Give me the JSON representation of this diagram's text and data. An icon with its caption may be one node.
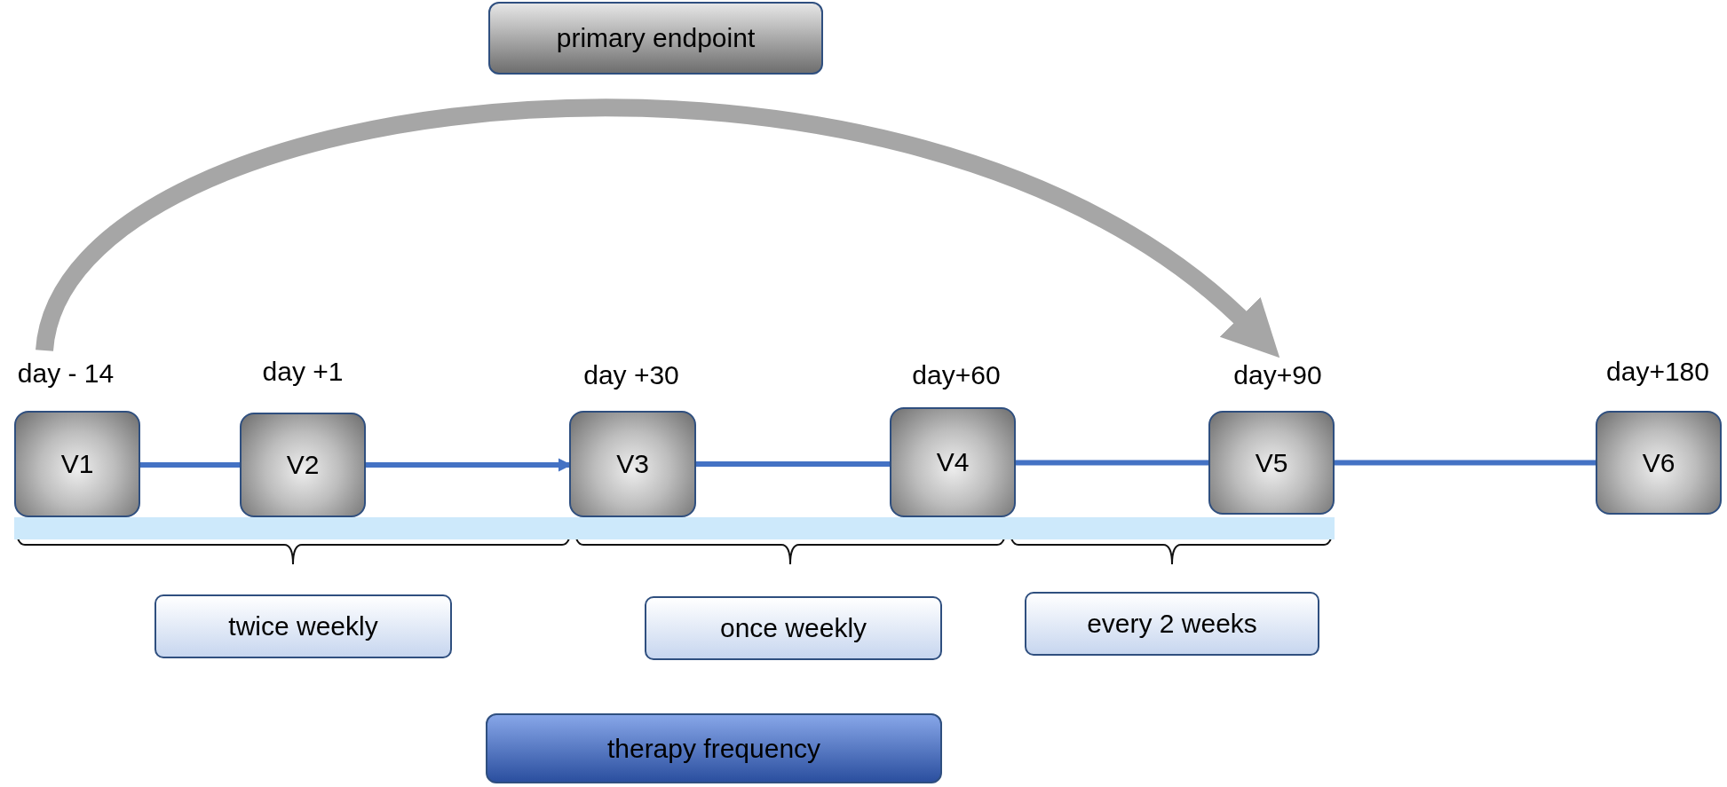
{
  "diagram": {
    "nodes": [
      {
        "text": [
          "primary endpoint"
        ]
      },
      {
        "text": [
          "V1"
        ],
        "beside": [
          "day - 14"
        ]
      },
      {
        "text": [
          "V2"
        ],
        "beside": [
          "day +1"
        ]
      },
      {
        "text": [
          "V3"
        ],
        "beside": [
          "day +30"
        ]
      },
      {
        "text": [
          "V4"
        ],
        "beside": [
          "day+60"
        ]
      },
      {
        "text": [
          "V5"
        ],
        "beside": [
          "day+90"
        ]
      },
      {
        "text": [
          "V6"
        ],
        "beside": [
          "day+180"
        ]
      },
      {
        "text": [
          "twice weekly"
        ]
      },
      {
        "text": [
          "once weekly"
        ]
      },
      {
        "text": [
          "every 2 weeks"
        ]
      },
      {
        "text": [
          "therapy frequency"
        ]
      },
      {
        "text": [],
        "shape": "bar"
      },
      {
        "text": [],
        "shape": "bar"
      },
      {
        "text": [],
        "shape": "bar"
      }
    ],
    "edges": [
      {
        "from": 1,
        "to": 5,
        "arrow": "to",
        "style": "thick",
        "color": "#a6a6a6"
      },
      {
        "from": 1,
        "to": 2,
        "arrow": "none"
      },
      {
        "from": 2,
        "to": 3,
        "arrow": "to"
      },
      {
        "from": 3,
        "to": 4,
        "arrow": "none"
      },
      {
        "from": 4,
        "to": 5,
        "arrow": "none"
      },
      {
        "from": 5,
        "to": 6,
        "arrow": "none"
      }
    ]
  }
}
